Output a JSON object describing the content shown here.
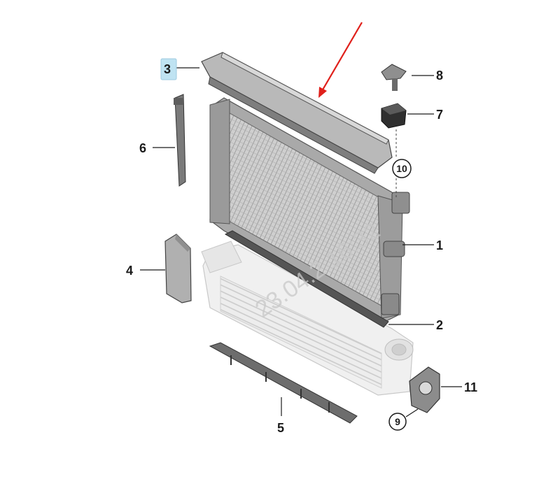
{
  "diagram": {
    "callouts": {
      "c1": "1",
      "c2": "2",
      "c3": "3",
      "c4": "4",
      "c5": "5",
      "c6": "6",
      "c7": "7",
      "c8": "8",
      "c9": "9",
      "c10": "10",
      "c11": "11"
    },
    "highlighted_callout": "3",
    "watermark": "23.04.2 16:32",
    "colors": {
      "highlight": "#bfe3f2",
      "arrow": "#e0201b",
      "part_fill": "#d9d9d9",
      "part_dark": "#6e6e6e",
      "radiator_core": "#bdbdbd"
    }
  }
}
